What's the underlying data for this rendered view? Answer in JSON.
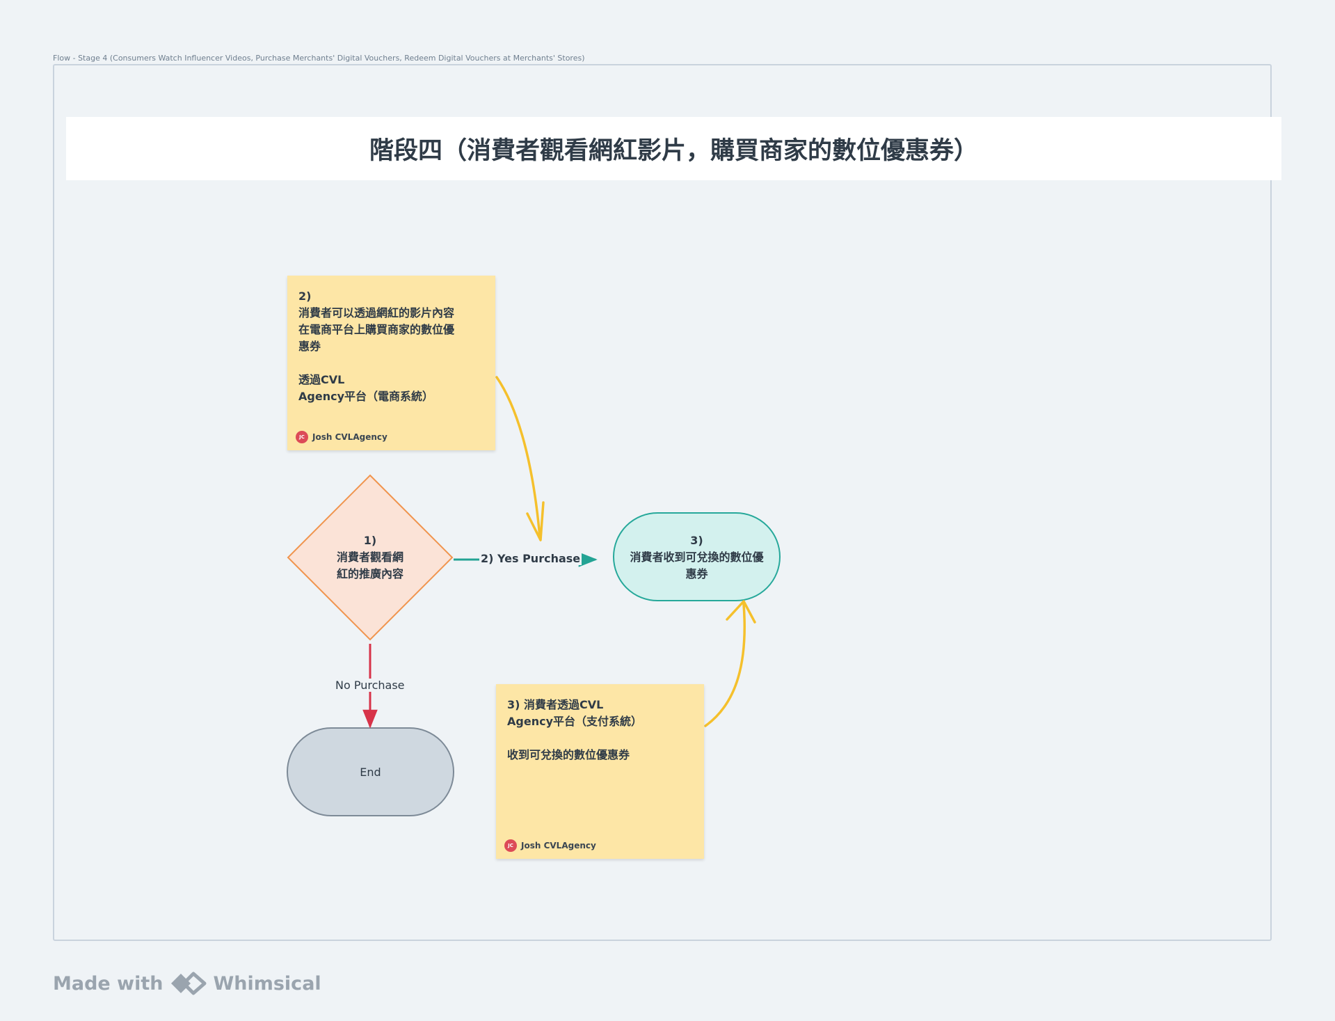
{
  "frame": {
    "caption": "Flow - Stage 4 (Consumers Watch Influencer Videos, Purchase Merchants' Digital Vouchers,  Redeem Digital Vouchers at Merchants' Stores)"
  },
  "title": "階段四（消費者觀看網紅影片，購買商家的數位優惠券）",
  "notes": [
    {
      "text": "2)\n消費者可以透過網紅的影片內容\n在電商平台上購買商家的數位優\n惠券\n\n透過CVL\nAgency平台（電商系統）",
      "author_initials": "JC",
      "author": "Josh CVLAgency"
    },
    {
      "text": "3) 消費者透過CVL\nAgency平台（支付系統）\n\n收到可兌換的數位優惠券",
      "author_initials": "JC",
      "author": "Josh CVLAgency"
    }
  ],
  "nodes": {
    "decision": "1)\n消費者觀看網\n紅的推廣內容",
    "voucher": "3)\n消費者收到可兌換的數位優\n惠券",
    "end": "End"
  },
  "edges": {
    "yes_label": "2) Yes Purchase",
    "no_label": "No Purchase"
  },
  "colors": {
    "decision_fill": "#fbe3d7",
    "decision_stroke": "#f0944d",
    "voucher_fill": "#d3f1ee",
    "voucher_stroke": "#26a89a",
    "end_fill": "#cfd8e0",
    "end_stroke": "#7d8a97",
    "yes_edge": "#23a394",
    "no_edge": "#d73349",
    "note_arrow": "#f5c02c"
  },
  "brand": {
    "made_with": "Made with",
    "name": "Whimsical"
  }
}
